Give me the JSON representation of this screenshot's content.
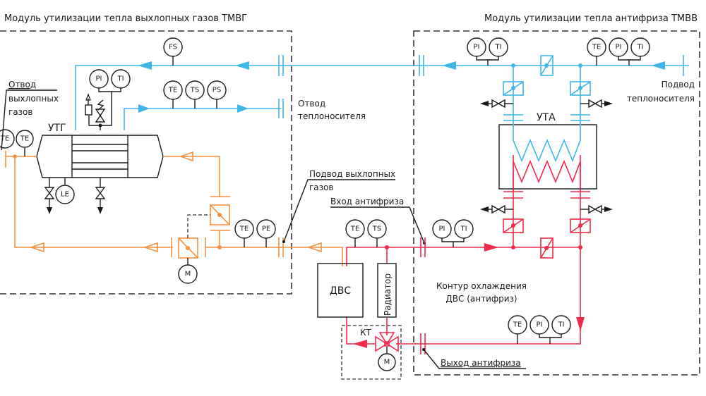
{
  "modules": {
    "left_title": "Модуль утилизации тепла выхлопных газов ТМВГ",
    "right_title": "Модуль утилизации тепла антифриза ТМВВ"
  },
  "equipment": {
    "utg": "УТГ",
    "uta": "УТА",
    "dvs": "ДВС",
    "radiator": "Радиатор",
    "kt": "КТ",
    "motor": "M"
  },
  "callouts": {
    "exhaust_out_1": "Отвод",
    "exhaust_out_2": "выхлопных",
    "exhaust_out_3": "газов",
    "coolant_out_1": "Отвод",
    "coolant_out_2": "теплоносителя",
    "exhaust_in_1": "Подвод выхлопных",
    "exhaust_in_2": "газов",
    "antifreeze_in": "Вход антифриза",
    "coolant_in_1": "Подвод",
    "coolant_in_2": "теплоносителя",
    "antifreeze_out": "Выход антифриза",
    "cooling_loop_1": "Контур охлаждения",
    "cooling_loop_2": "ДВС (антифриз)"
  },
  "instruments": {
    "fs": "FS",
    "pi": "PI",
    "ti": "TI",
    "te": "TE",
    "ts": "TS",
    "ps": "PS",
    "pe": "PE",
    "le": "LE"
  },
  "colors": {
    "coolant": "#3fb6e8",
    "exhaust": "#f4913f",
    "antifreeze": "#ee2b4a",
    "outline": "#1a1a1a"
  }
}
